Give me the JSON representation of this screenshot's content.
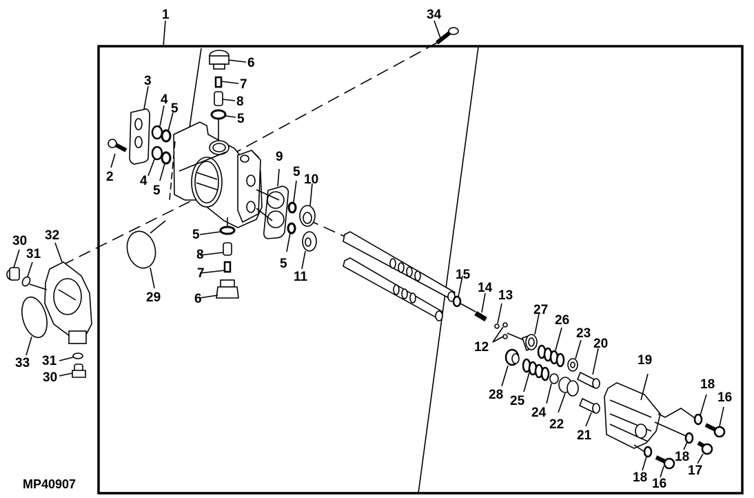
{
  "figure_id": "MP40907",
  "callouts": [
    {
      "id": "c1",
      "text": "1"
    },
    {
      "id": "c34",
      "text": "34"
    },
    {
      "id": "c6a",
      "text": "6"
    },
    {
      "id": "c7a",
      "text": "7"
    },
    {
      "id": "c8a",
      "text": "8"
    },
    {
      "id": "c5a",
      "text": "5"
    },
    {
      "id": "c3",
      "text": "3"
    },
    {
      "id": "c4a",
      "text": "4"
    },
    {
      "id": "c5b",
      "text": "5"
    },
    {
      "id": "c2",
      "text": "2"
    },
    {
      "id": "c4b",
      "text": "4"
    },
    {
      "id": "c5c",
      "text": "5"
    },
    {
      "id": "c9",
      "text": "9"
    },
    {
      "id": "c5d",
      "text": "5"
    },
    {
      "id": "c10",
      "text": "10"
    },
    {
      "id": "c5e",
      "text": "5"
    },
    {
      "id": "c11",
      "text": "11"
    },
    {
      "id": "c5f",
      "text": "5"
    },
    {
      "id": "c8b",
      "text": "8"
    },
    {
      "id": "c7b",
      "text": "7"
    },
    {
      "id": "c6b",
      "text": "6"
    },
    {
      "id": "c29",
      "text": "29"
    },
    {
      "id": "c30a",
      "text": "30"
    },
    {
      "id": "c31a",
      "text": "31"
    },
    {
      "id": "c32",
      "text": "32"
    },
    {
      "id": "c33",
      "text": "33"
    },
    {
      "id": "c31b",
      "text": "31"
    },
    {
      "id": "c30b",
      "text": "30"
    },
    {
      "id": "c15",
      "text": "15"
    },
    {
      "id": "c14",
      "text": "14"
    },
    {
      "id": "c13",
      "text": "13"
    },
    {
      "id": "c12",
      "text": "12"
    },
    {
      "id": "c27",
      "text": "27"
    },
    {
      "id": "c26",
      "text": "26"
    },
    {
      "id": "c23",
      "text": "23"
    },
    {
      "id": "c20",
      "text": "20"
    },
    {
      "id": "c28",
      "text": "28"
    },
    {
      "id": "c25",
      "text": "25"
    },
    {
      "id": "c24",
      "text": "24"
    },
    {
      "id": "c22",
      "text": "22"
    },
    {
      "id": "c21",
      "text": "21"
    },
    {
      "id": "c19",
      "text": "19"
    },
    {
      "id": "c18a",
      "text": "18"
    },
    {
      "id": "c16a",
      "text": "16"
    },
    {
      "id": "c18b",
      "text": "18"
    },
    {
      "id": "c17",
      "text": "17"
    },
    {
      "id": "c18c",
      "text": "18"
    },
    {
      "id": "c16b",
      "text": "16"
    }
  ]
}
